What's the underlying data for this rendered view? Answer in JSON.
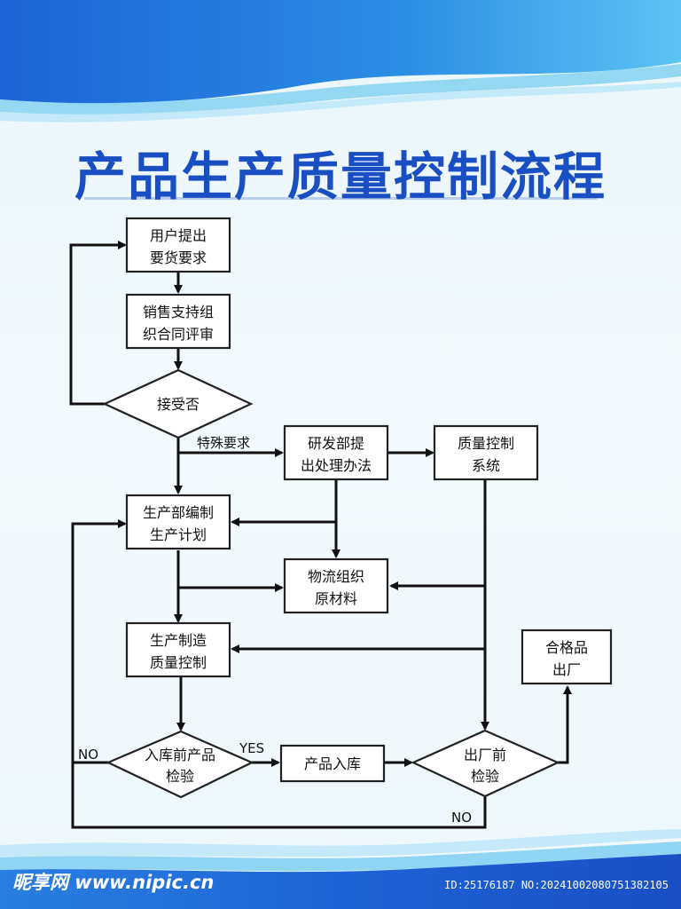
{
  "title": "产品生产质量控制流程",
  "nodes": {
    "user_request": [
      "用户提出",
      "要货要求"
    ],
    "sales_review": [
      "销售支持组",
      "织合同评审"
    ],
    "accept": [
      "接受否"
    ],
    "rd_solution": [
      "研发部提",
      "出处理办法"
    ],
    "qc_system": [
      "质量控制",
      "系统"
    ],
    "production_plan": [
      "生产部编制",
      "生产计划"
    ],
    "logistics": [
      "物流组织",
      "原材料"
    ],
    "manufacture_qc": [
      "生产制造",
      "质量控制"
    ],
    "qualified": [
      "合格品",
      "出厂"
    ],
    "pre_storage_check": [
      "入库前产品",
      "检验"
    ],
    "storage": [
      "产品入库"
    ],
    "pre_shipment_check": [
      "出厂前",
      "检验"
    ]
  },
  "edge_labels": {
    "special": "特殊要求",
    "yes": "YES",
    "no_left": "NO",
    "no_bottom": "NO"
  },
  "watermark": {
    "site": "昵享网 www.nipic.cn",
    "id": "ID:25176187 NO:20241002080751382105"
  }
}
